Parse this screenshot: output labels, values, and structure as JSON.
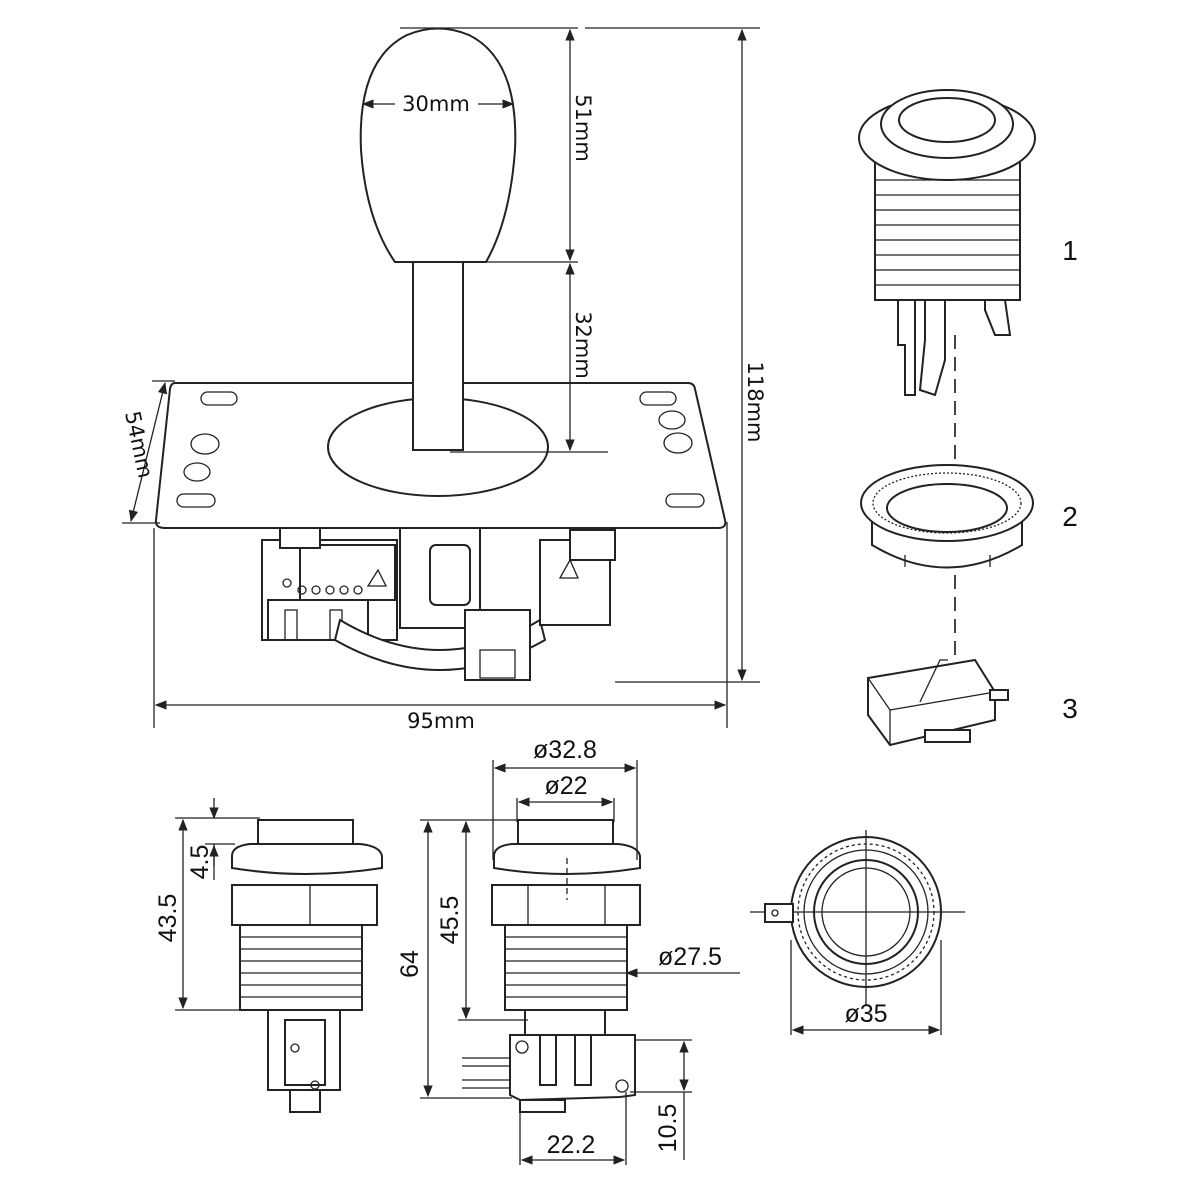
{
  "joystick": {
    "ball_width": "30mm",
    "ball_height": "51mm",
    "shaft_height": "32mm",
    "total_height": "118mm",
    "plate_depth": "54mm",
    "plate_width": "95mm"
  },
  "parts": {
    "button": "1",
    "nut": "2",
    "switch": "3"
  },
  "button_side": {
    "total_height": "43.5",
    "cap_height": "4.5"
  },
  "button_front": {
    "outer_diameter": "ø32.8",
    "inner_diameter": "ø22",
    "total_height": "64",
    "body_height": "45.5",
    "thread_diameter": "ø27.5",
    "switch_width": "22.2",
    "switch_height": "10.5"
  },
  "button_top": {
    "diameter": "ø35"
  },
  "colors": {
    "line": "#222222",
    "background": "#ffffff"
  }
}
